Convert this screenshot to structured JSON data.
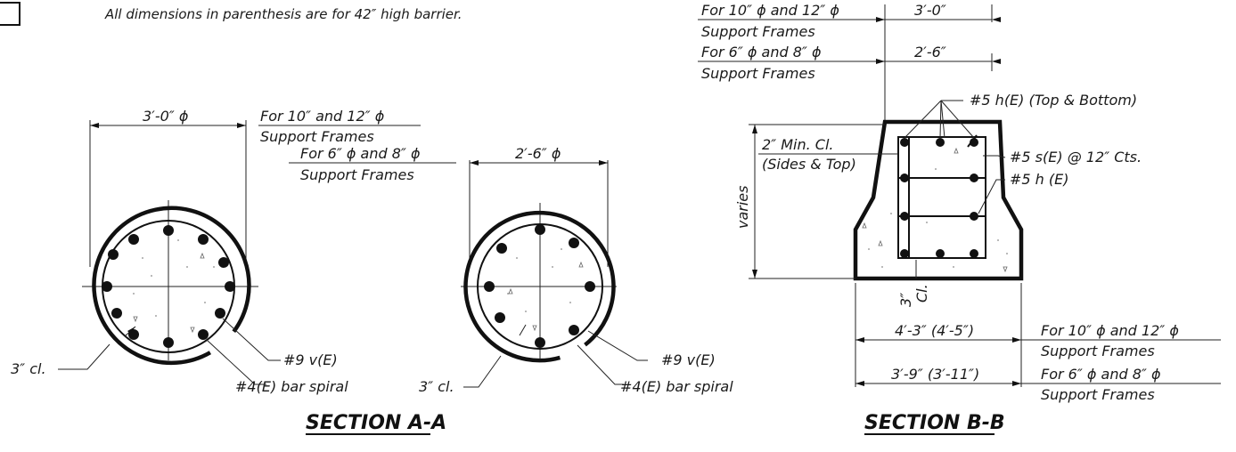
{
  "header": {
    "note": "All dimensions in parenthesis are for 42″ high barrier."
  },
  "section_a": {
    "title": "SECTION A-A",
    "left_circle": {
      "diameter_label": "3′-0″ ϕ",
      "frames_line1": "For 10″ and 12″ ϕ",
      "frames_line2": "Support Frames",
      "clear_label": "3″ cl.",
      "vertical_bar_label": "#9 v(E)",
      "spiral_label": "#4(E) bar spiral"
    },
    "right_circle": {
      "diameter_label": "2′-6″ ϕ",
      "frames_line1": "For 6″ ϕ and 8″ ϕ",
      "frames_line2": "Support Frames",
      "clear_label": "3″ cl.",
      "vertical_bar_label": "#9 v(E)",
      "spiral_label": "#4(E) bar spiral"
    }
  },
  "section_b": {
    "title": "SECTION B-B",
    "top_dims": [
      {
        "line1": "For 10″ ϕ and 12″ ϕ",
        "line2": "Support Frames",
        "value": "3′-0″"
      },
      {
        "line1": "For 6″ ϕ and 8″ ϕ",
        "line2": "Support Frames",
        "value": "2′-6″"
      }
    ],
    "top_bottom_label": "#5 h(E) (Top & Bottom)",
    "min_cl_line1": "2″ Min. Cl.",
    "min_cl_line2": "(Sides & Top)",
    "stirrup_label": "#5 s(E) @ 12″ Cts.",
    "horizontal_label": "#5 h (E)",
    "varies_label": "varies",
    "bottom_clear_label1": "3″",
    "bottom_clear_label2": "Cl.",
    "bottom_dims": [
      {
        "value": "4′-3″ (4′-5″)",
        "line1": "For 10″ ϕ and 12″ ϕ",
        "line2": "Support Frames"
      },
      {
        "value": "3′-9″ (3′-11″)",
        "line1": "For 6″ ϕ and 8″ ϕ",
        "line2": "Support Frames"
      }
    ]
  }
}
